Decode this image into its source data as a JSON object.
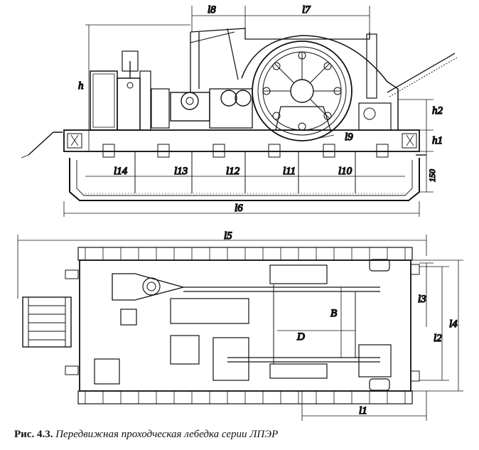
{
  "caption": {
    "prefix": "Рис. 4.3.",
    "text": "Передвижная проходческая лебедка серии ЛПЭР"
  },
  "dimensions": {
    "h": "h",
    "h1": "h1",
    "h2": "h2",
    "l1": "l1",
    "l2": "l2",
    "l3": "l3",
    "l4": "l4",
    "l5": "l5",
    "l6": "l6",
    "l7": "l7",
    "l8": "l8",
    "l9": "l9",
    "l10": "l10",
    "l11": "l11",
    "l12": "l12",
    "l13": "l13",
    "l14": "l14",
    "D": "D",
    "B": "B",
    "m150": "150"
  }
}
